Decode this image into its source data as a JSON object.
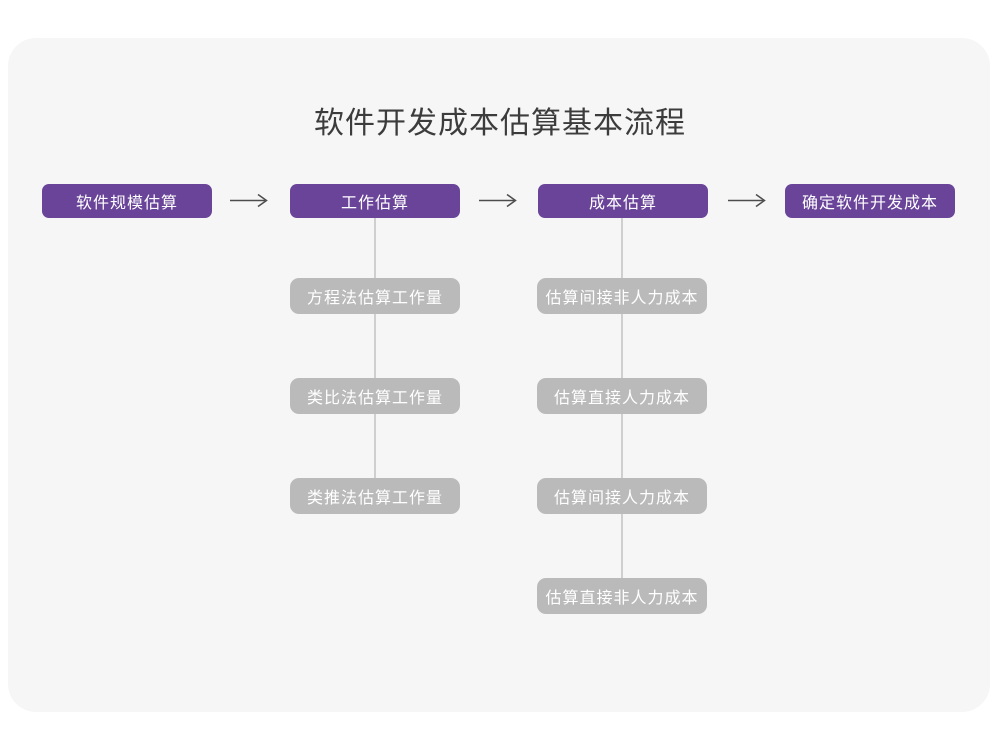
{
  "title": "软件开发成本估算基本流程",
  "colors": {
    "accent_purple": "#6A4499",
    "sub_box_gray": "#BABABA",
    "card_background": "#F6F6F6",
    "arrow": "#4D4D4D",
    "connector_line": "#CFCFCF",
    "title_text": "#3C3C3C"
  },
  "flow": {
    "main_steps": [
      {
        "label": "软件规模估算"
      },
      {
        "label": "工作估算"
      },
      {
        "label": "成本估算"
      },
      {
        "label": "确定软件开发成本"
      }
    ],
    "work_estimation_methods": [
      {
        "label": "方程法估算工作量"
      },
      {
        "label": "类比法估算工作量"
      },
      {
        "label": "类推法估算工作量"
      }
    ],
    "cost_estimation_items": [
      {
        "label": "估算间接非人力成本"
      },
      {
        "label": "估算直接人力成本"
      },
      {
        "label": "估算间接人力成本"
      },
      {
        "label": "估算直接非人力成本"
      }
    ]
  }
}
